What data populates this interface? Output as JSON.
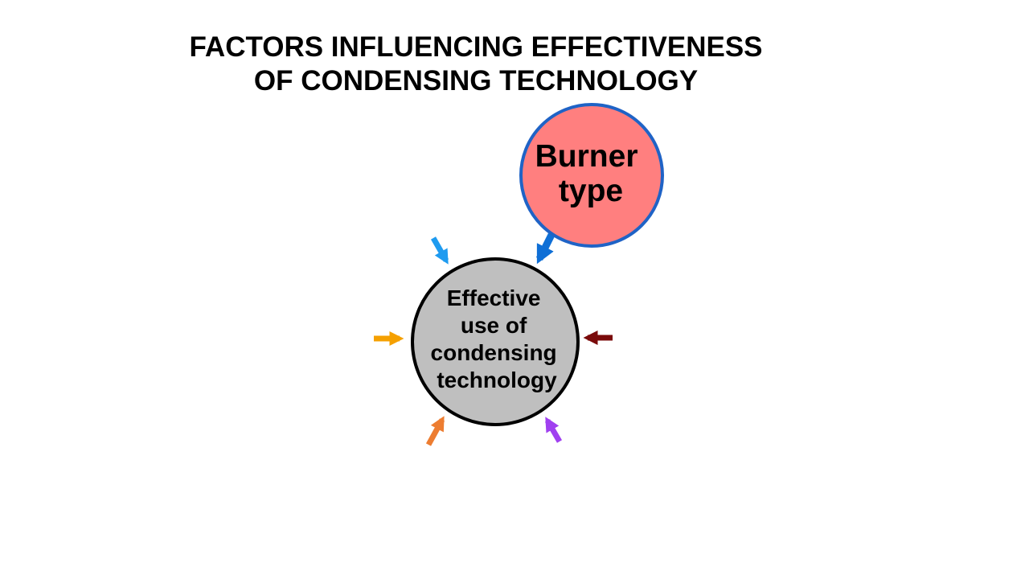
{
  "title": {
    "line1": "FACTORS INFLUENCING EFFECTIVENESS",
    "line2": "OF CONDENSING TECHNOLOGY"
  },
  "center_node": {
    "lines": [
      "Effective",
      "use of",
      "condensing",
      "technology"
    ],
    "fill": "#BFBFBF",
    "stroke": "#000000"
  },
  "factor_node": {
    "lines": [
      "Burner",
      "type"
    ],
    "fill": "#FF7F7F",
    "stroke": "#1F63C6"
  },
  "arrows": [
    {
      "name": "top-left-arrow",
      "color": "#1E9BF0"
    },
    {
      "name": "burner-arrow",
      "color": "#0F6FD6"
    },
    {
      "name": "left-arrow",
      "color": "#F5A000"
    },
    {
      "name": "right-arrow",
      "color": "#7A0A0A"
    },
    {
      "name": "bottom-left-arrow",
      "color": "#ED7D31"
    },
    {
      "name": "bottom-right-arrow",
      "color": "#A040F0"
    }
  ]
}
